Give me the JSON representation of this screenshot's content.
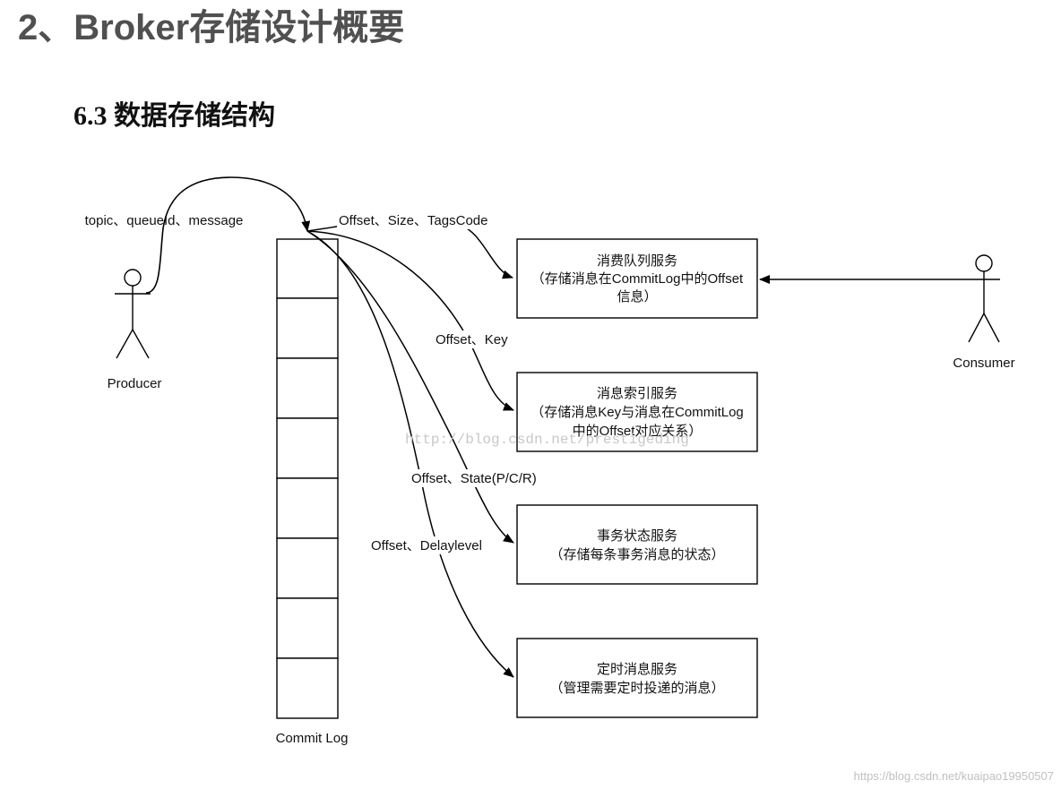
{
  "page_title": "2、Broker存储设计概要",
  "section_title": "6.3  数据存储结构",
  "producer": {
    "label": "Producer",
    "send_label": "topic、queueId、message"
  },
  "consumer": {
    "label": "Consumer"
  },
  "commit_log": {
    "label": "Commit Log"
  },
  "edges": [
    {
      "label": "Offset、Size、TagsCode"
    },
    {
      "label": "Offset、Key"
    },
    {
      "label": "Offset、State(P/C/R)"
    },
    {
      "label": "Offset、Delaylevel"
    }
  ],
  "services": [
    {
      "lines": [
        "消费队列服务",
        "（存储消息在CommitLog中的Offset",
        "信息）"
      ]
    },
    {
      "lines": [
        "消息索引服务",
        "（存储消息Key与消息在CommitLog",
        "中的Offset对应关系）"
      ]
    },
    {
      "lines": [
        "事务状态服务",
        "（存储每条事务消息的状态）"
      ]
    },
    {
      "lines": [
        "定时消息服务",
        "（管理需要定时投递的消息）"
      ]
    }
  ],
  "watermark": "http://blog.csdn.net/prestigeding",
  "footer_watermark": "https://blog.csdn.net/kuaipao19950507"
}
